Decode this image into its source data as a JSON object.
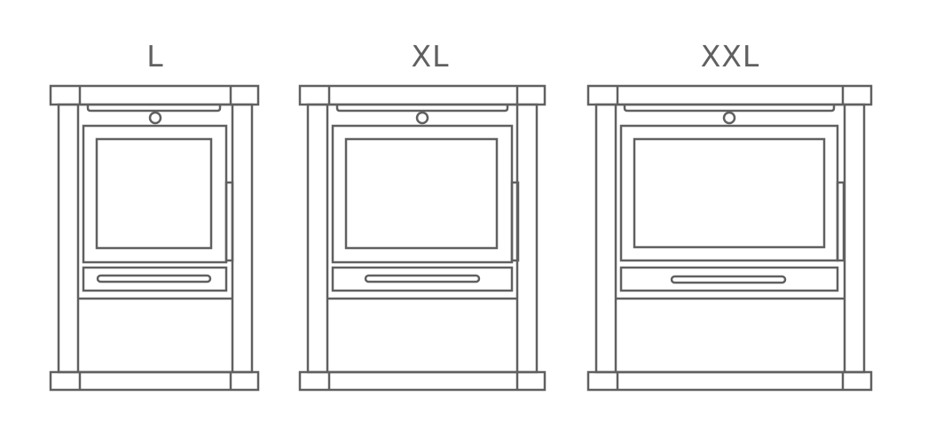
{
  "colors": {
    "line": "#606060",
    "background": "#ffffff"
  },
  "stoves": [
    {
      "label": "L"
    },
    {
      "label": "XL"
    },
    {
      "label": "XXL"
    }
  ]
}
